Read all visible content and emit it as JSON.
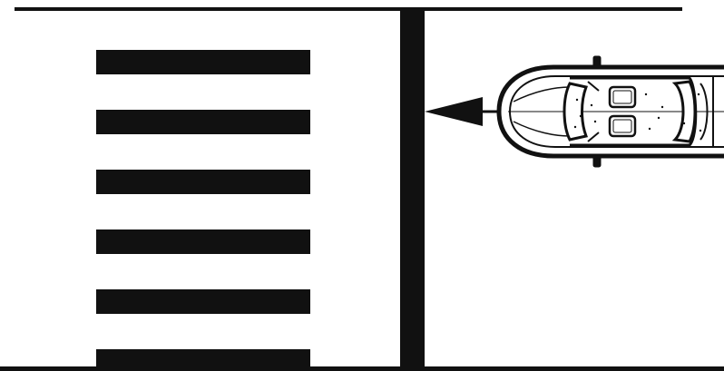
{
  "scene": {
    "colors": {
      "background": "#ffffff",
      "ink": "#111111"
    },
    "crosswalk": {
      "stripe_count": 6
    },
    "stop_line": {
      "present": true
    },
    "vehicle": {
      "type": "car-top-view",
      "heading": "left",
      "arrow": "arrow-left"
    }
  }
}
